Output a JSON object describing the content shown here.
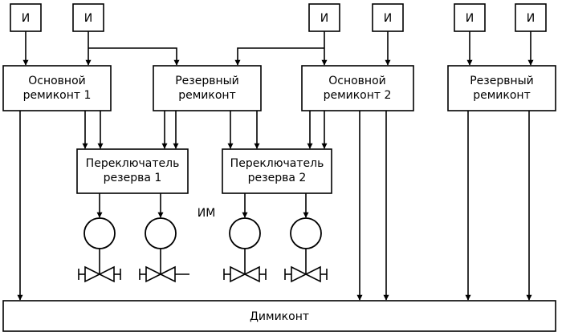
{
  "sensors": [
    "И",
    "И",
    "И",
    "И",
    "И",
    "И"
  ],
  "blocks": {
    "main1": [
      "Основной",
      "ремиконт 1"
    ],
    "reserve1": [
      "Резервный",
      "ремиконт"
    ],
    "main2": [
      "Основной",
      "ремиконт 2"
    ],
    "reserve2": [
      "Резервный",
      "ремиконт"
    ]
  },
  "switches": {
    "sw1": [
      "Переключатель",
      "резерва 1"
    ],
    "sw2": [
      "Переключатель",
      "резерва 2"
    ]
  },
  "actuator_label": "ИМ",
  "bottom_block": "Димиконт"
}
